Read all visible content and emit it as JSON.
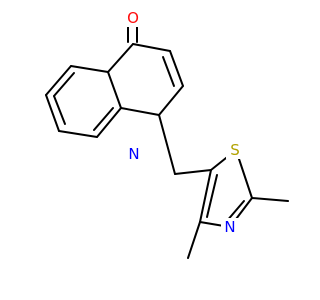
{
  "atoms": [
    {
      "symbol": "O",
      "color": "#ff0d0d"
    },
    {
      "symbol": "N",
      "color": "#0000ff"
    },
    {
      "symbol": "S",
      "color": "#b2a200"
    },
    {
      "symbol": "N",
      "color": "#0000ff"
    }
  ],
  "bond_color": "#000000",
  "background": "#ffffff"
}
